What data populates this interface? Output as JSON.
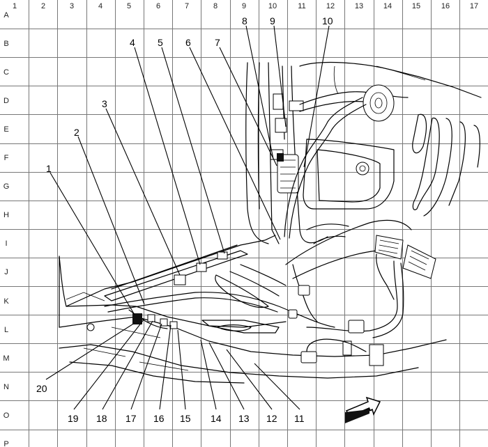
{
  "grid": {
    "columns": [
      "1",
      "2",
      "3",
      "4",
      "5",
      "6",
      "7",
      "8",
      "9",
      "10",
      "11",
      "12",
      "13",
      "14",
      "15",
      "16",
      "17"
    ],
    "rows": [
      "A",
      "B",
      "C",
      "D",
      "E",
      "F",
      "G",
      "H",
      "I",
      "J",
      "K",
      "L",
      "M",
      "N",
      "O",
      "P"
    ]
  },
  "callouts_top": [
    "1",
    "2",
    "3",
    "4",
    "5",
    "6",
    "7",
    "8",
    "9",
    "10"
  ],
  "callouts_bottom": [
    "11",
    "12",
    "13",
    "14",
    "15",
    "16",
    "17",
    "18",
    "19",
    "20"
  ],
  "direction_icon": "arrow-forward-icon"
}
